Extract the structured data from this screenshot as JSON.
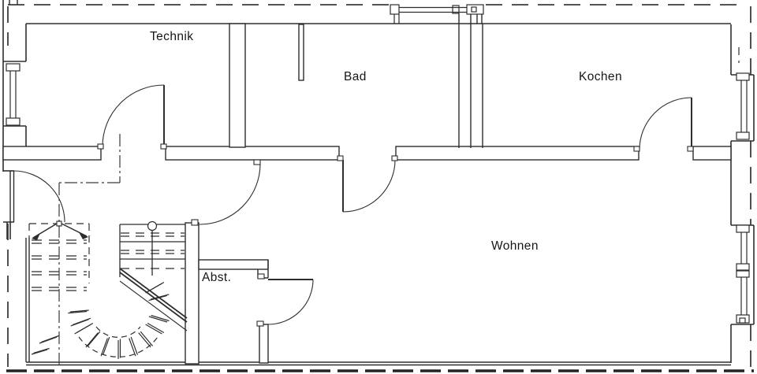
{
  "plan": {
    "rooms": [
      {
        "id": "technik",
        "label": "Technik"
      },
      {
        "id": "bad",
        "label": "Bad"
      },
      {
        "id": "kochen",
        "label": "Kochen"
      },
      {
        "id": "wohnen",
        "label": "Wohnen"
      },
      {
        "id": "abstellraum",
        "label": "Abst."
      }
    ],
    "colors": {
      "line": "#2e2e2e",
      "dash": "#3c3c3c",
      "background": "#ffffff"
    }
  }
}
